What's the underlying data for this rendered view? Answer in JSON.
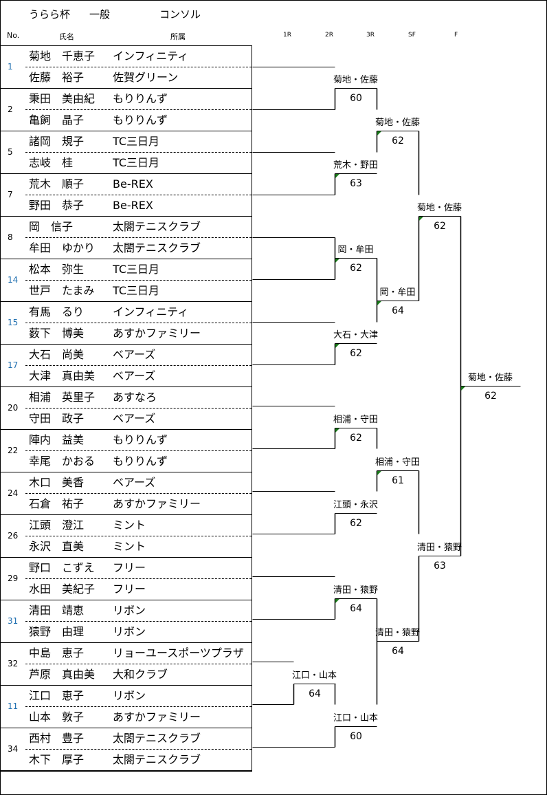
{
  "header": {
    "event": "うらら杯",
    "category": "一般",
    "draw": "コンソル"
  },
  "columns": {
    "no": "No.",
    "name": "氏名",
    "affiliation": "所属",
    "rounds": [
      "1R",
      "2R",
      "3R",
      "SF",
      "F"
    ]
  },
  "pairs": [
    {
      "no": "1",
      "color": "#1f6fb0",
      "players": [
        {
          "name": "菊地　千恵子",
          "aff": "インフィニティ"
        },
        {
          "name": "佐藤　裕子",
          "aff": "佐賀グリーン"
        }
      ]
    },
    {
      "no": "2",
      "color": "#000000",
      "players": [
        {
          "name": "秉田　美由紀",
          "aff": "もりりんず"
        },
        {
          "name": "亀飼　晶子",
          "aff": "もりりんず"
        }
      ]
    },
    {
      "no": "5",
      "color": "#000000",
      "players": [
        {
          "name": "諸岡　規子",
          "aff": "TC三日月"
        },
        {
          "name": "志岐　桂",
          "aff": "TC三日月"
        }
      ]
    },
    {
      "no": "7",
      "color": "#000000",
      "players": [
        {
          "name": "荒木　順子",
          "aff": "Be-REX"
        },
        {
          "name": "野田　恭子",
          "aff": "Be-REX"
        }
      ]
    },
    {
      "no": "8",
      "color": "#000000",
      "players": [
        {
          "name": "岡　信子",
          "aff": "太閤テニスクラブ"
        },
        {
          "name": "牟田　ゆかり",
          "aff": "太閤テニスクラブ"
        }
      ]
    },
    {
      "no": "14",
      "color": "#1f6fb0",
      "players": [
        {
          "name": "松本　弥生",
          "aff": "TC三日月"
        },
        {
          "name": "世戸　たまみ",
          "aff": "TC三日月"
        }
      ]
    },
    {
      "no": "15",
      "color": "#1f6fb0",
      "players": [
        {
          "name": "有馬　るり",
          "aff": "インフィニティ"
        },
        {
          "name": "薮下　博美",
          "aff": "あすかファミリー"
        }
      ]
    },
    {
      "no": "17",
      "color": "#1f6fb0",
      "players": [
        {
          "name": "大石　尚美",
          "aff": "ベアーズ"
        },
        {
          "name": "大津　真由美",
          "aff": "ベアーズ"
        }
      ]
    },
    {
      "no": "20",
      "color": "#000000",
      "players": [
        {
          "name": "相浦　英里子",
          "aff": "あすなろ"
        },
        {
          "name": "守田　政子",
          "aff": "ベアーズ"
        }
      ]
    },
    {
      "no": "22",
      "color": "#000000",
      "players": [
        {
          "name": "陣内　益美",
          "aff": "もりりんず"
        },
        {
          "name": "幸尾　かおる",
          "aff": "もりりんず"
        }
      ]
    },
    {
      "no": "24",
      "color": "#000000",
      "players": [
        {
          "name": "木口　美香",
          "aff": "ベアーズ"
        },
        {
          "name": "石倉　祐子",
          "aff": "あすかファミリー"
        }
      ]
    },
    {
      "no": "26",
      "color": "#000000",
      "players": [
        {
          "name": "江頭　澄江",
          "aff": "ミント"
        },
        {
          "name": "永沢　直美",
          "aff": "ミント"
        }
      ]
    },
    {
      "no": "29",
      "color": "#000000",
      "players": [
        {
          "name": "野口　こずえ",
          "aff": "フリー"
        },
        {
          "name": "水田　美紀子",
          "aff": "フリー"
        }
      ]
    },
    {
      "no": "31",
      "color": "#1f6fb0",
      "players": [
        {
          "name": "清田　靖恵",
          "aff": "リボン"
        },
        {
          "name": "猿野　由理",
          "aff": "リボン"
        }
      ]
    },
    {
      "no": "32",
      "color": "#000000",
      "players": [
        {
          "name": "中島　恵子",
          "aff": "リョーユースポーツプラザ"
        },
        {
          "name": "芦原　真由美",
          "aff": "大和クラブ"
        }
      ]
    },
    {
      "no": "11",
      "color": "#1f6fb0",
      "players": [
        {
          "name": "江口　恵子",
          "aff": "リボン"
        },
        {
          "name": "山本　敦子",
          "aff": "あすかファミリー"
        }
      ]
    },
    {
      "no": "34",
      "color": "#000000",
      "players": [
        {
          "name": "西村　豊子",
          "aff": "太閤テニスクラブ"
        },
        {
          "name": "木下　厚子",
          "aff": "太閤テニスクラブ"
        }
      ]
    }
  ],
  "results": [
    {
      "round": "2R",
      "winner": "菊地・佐藤",
      "score": "60"
    },
    {
      "round": "2R",
      "winner": "荒木・野田",
      "score": "63"
    },
    {
      "round": "2R",
      "winner": "岡・牟田",
      "score": "62"
    },
    {
      "round": "2R",
      "winner": "大石・大津",
      "score": "62"
    },
    {
      "round": "2R",
      "winner": "相浦・守田",
      "score": "62"
    },
    {
      "round": "2R",
      "winner": "江頭・永沢",
      "score": "62"
    },
    {
      "round": "2R",
      "winner": "清田・猿野",
      "score": "64"
    },
    {
      "round": "1R",
      "winner": "江口・山本",
      "score": "64"
    },
    {
      "round": "2R",
      "winner": "江口・山本",
      "score": "60"
    },
    {
      "round": "3R",
      "winner": "菊地・佐藤",
      "score": "62"
    },
    {
      "round": "3R",
      "winner": "岡・牟田",
      "score": "64"
    },
    {
      "round": "3R",
      "winner": "相浦・守田",
      "score": "61"
    },
    {
      "round": "3R",
      "winner": "清田・猿野",
      "score": "64"
    },
    {
      "round": "SF",
      "winner": "菊地・佐藤",
      "score": "62"
    },
    {
      "round": "SF",
      "winner": "清田・猿野",
      "score": "63"
    },
    {
      "round": "F",
      "winner": "菊地・佐藤",
      "score": "62"
    }
  ],
  "colors": {
    "line": "#000000",
    "comment_flag": "#1a7a1a",
    "entry_no_blue": "#1f6fb0"
  }
}
